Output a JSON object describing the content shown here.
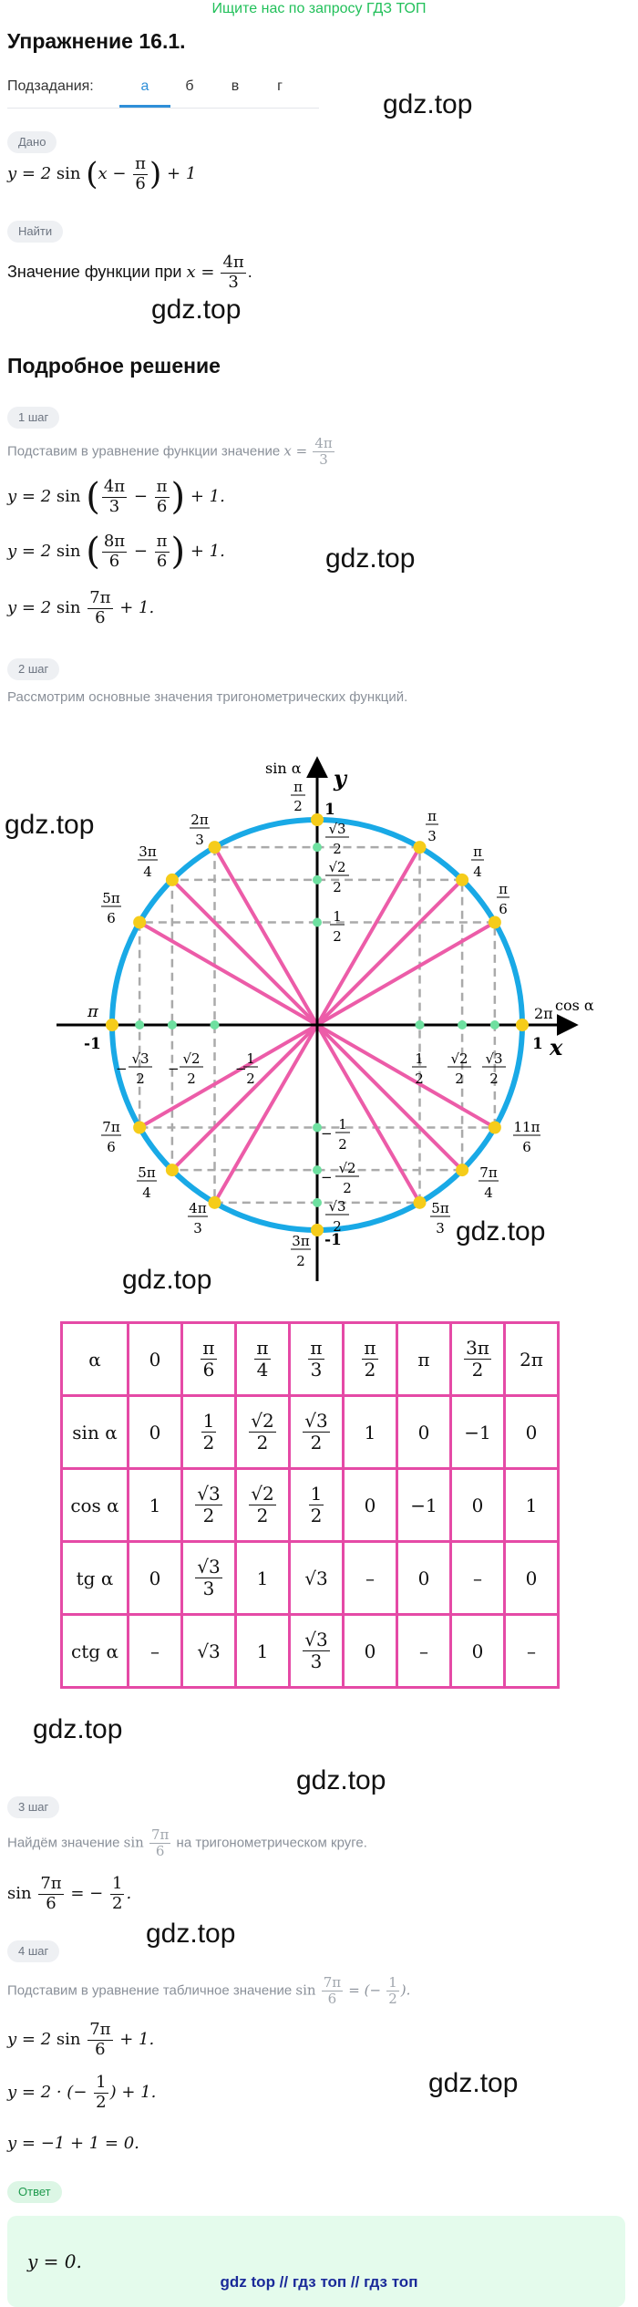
{
  "banner": "Ищите нас по запросу ГДЗ ТОП",
  "title": "Упражнение 16.1.",
  "tabs": {
    "label": "Подзадания:",
    "items": [
      "а",
      "б",
      "в",
      "г"
    ]
  },
  "given": {
    "chip": "Дано",
    "formula": {
      "lhs": "y = 2",
      "fn": "sin",
      "x": "x",
      "pi": "π",
      "den": "6",
      "tail": "+ 1"
    }
  },
  "find": {
    "chip": "Найти",
    "text": "Значение функции при",
    "x_eq": "x =",
    "num": "4π",
    "den": "3",
    "dot": "."
  },
  "solution_heading": "Подробное решение",
  "step1": {
    "chip": "1 шаг",
    "text": "Подставим в уравнение функции значение",
    "x_eq": "x =",
    "num": "4π",
    "den": "3",
    "line1": {
      "lhs": "y = 2",
      "fn": "sin",
      "n1": "4π",
      "d1": "3",
      "n2": "π",
      "d2": "6",
      "tail": "+ 1."
    },
    "line2": {
      "lhs": "y = 2",
      "fn": "sin",
      "n1": "8π",
      "d1": "6",
      "n2": "π",
      "d2": "6",
      "tail": "+ 1."
    },
    "line3": {
      "lhs": "y = 2",
      "fn": "sin",
      "n1": "7π",
      "d1": "6",
      "tail": "+ 1."
    }
  },
  "step2": {
    "chip": "2 шаг",
    "text": "Рассмотрим основные значения тригонометрических функций."
  },
  "circle": {
    "axis_y": "y",
    "axis_x": "x",
    "sin_label": "sin α",
    "cos_label": "cos α",
    "pi": "π",
    "one": "1",
    "minus_one": "-1",
    "two_pi": "2π",
    "colors": {
      "circle": "#19a9e6",
      "spokes": "#ec5ca8",
      "points": "#f5cc1a",
      "proj": "#6ee0a0",
      "dash": "#aaaaaa"
    }
  },
  "table": {
    "rows": [
      [
        "α",
        "0",
        "π|6",
        "π|4",
        "π|3",
        "π|2",
        "π",
        "3π|2",
        "2π"
      ],
      [
        "sin α",
        "0",
        "1|2",
        "√2|2",
        "√3|2",
        "1",
        "0",
        "−1",
        "0"
      ],
      [
        "cos α",
        "1",
        "√3|2",
        "√2|2",
        "1|2",
        "0",
        "−1",
        "0",
        "1"
      ],
      [
        "tg α",
        "0",
        "√3|3",
        "1",
        "√3",
        "–",
        "0",
        "–",
        "0"
      ],
      [
        "ctg α",
        "–",
        "√3",
        "1",
        "√3|3",
        "0",
        "–",
        "0",
        "–"
      ]
    ]
  },
  "step3": {
    "chip": "3 шаг",
    "text_a": "Найдём значение",
    "fn": "sin",
    "num": "7π",
    "den": "6",
    "text_b": "на тригонометрическом круге.",
    "result": {
      "fn": "sin",
      "num": "7π",
      "den": "6",
      "eq": "= −",
      "rn": "1",
      "rd": "2",
      "dot": "."
    }
  },
  "step4": {
    "chip": "4 шаг",
    "text_a": "Подставим в уравнение табличное значение",
    "fn": "sin",
    "num": "7π",
    "den": "6",
    "eq": "= (−",
    "rn": "1",
    "rd": "2",
    "close": ").",
    "line1": {
      "lhs": "y = 2",
      "fn": "sin",
      "num": "7π",
      "den": "6",
      "tail": "+ 1."
    },
    "line2": {
      "lhs": "y = 2 · (−",
      "rn": "1",
      "rd": "2",
      "tail": ") + 1."
    },
    "line3": "y = −1 + 1 = 0."
  },
  "answer": {
    "chip": "Ответ",
    "value": "y = 0."
  },
  "watermark": "gdz.top",
  "footer": "gdz top  //  гдз топ  //  гдз топ"
}
